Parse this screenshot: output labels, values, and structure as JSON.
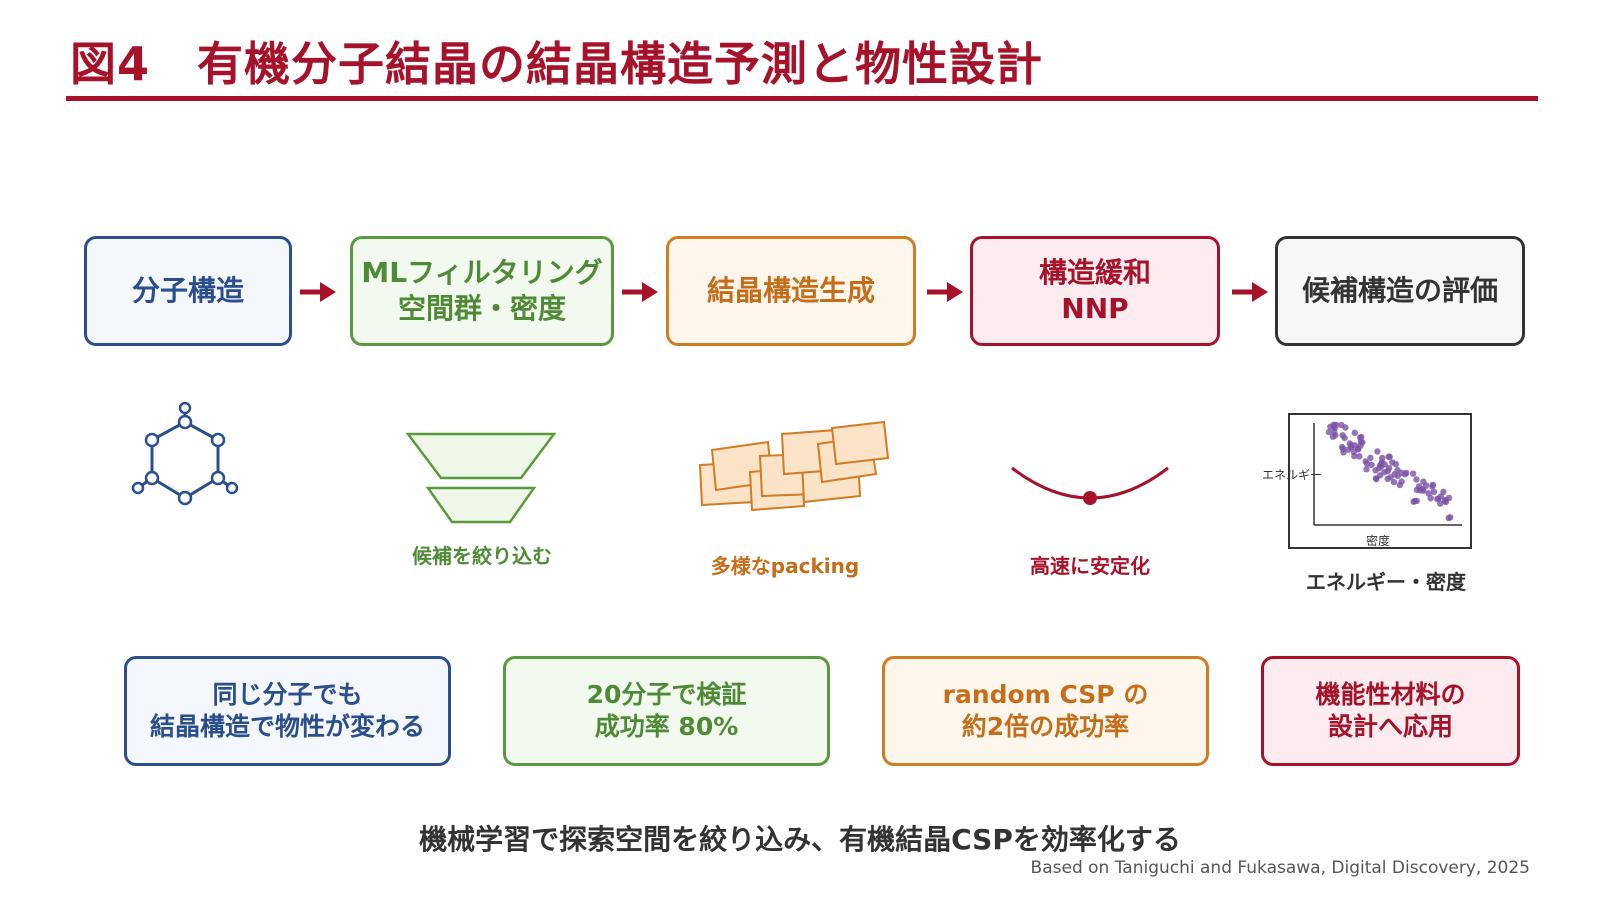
{
  "title": "図4　有機分子結晶の結晶構造予測と物性設計",
  "steps": [
    {
      "line1": "分子構造",
      "line2": ""
    },
    {
      "line1": "MLフィルタリング",
      "line2": "空間群・密度"
    },
    {
      "line1": "結晶構造生成",
      "line2": ""
    },
    {
      "line1": "構造緩和",
      "line2": "NNP"
    },
    {
      "line1": "候補構造の評価",
      "line2": ""
    }
  ],
  "captions": {
    "filter": "候補を絞り込む",
    "packing": "多様なpacking",
    "relax": "高速に安定化",
    "plot_caption": "エネルギー・密度"
  },
  "plot": {
    "ylabel": "エネルギー",
    "xlabel": "密度",
    "point_color": "#7b52a8"
  },
  "notes": [
    {
      "line1": "同じ分子でも",
      "line2": "結晶構造で物性が変わる"
    },
    {
      "line1": "20分子で検証",
      "line2": "成功率 80%"
    },
    {
      "line1": "random CSP の",
      "line2": "約2倍の成功率"
    },
    {
      "line1": "機能性材料の",
      "line2": "設計へ応用"
    }
  ],
  "conclusion": "機械学習で探索空間を絞り込み、有機結晶CSPを効率化する",
  "citation": "Based on Taniguchi and Fukasawa, Digital Discovery, 2025",
  "colors": {
    "accent": "#a5122a",
    "blue": "#2b4e8c",
    "green": "#5a9a3e",
    "orange": "#d27b22",
    "dark": "#333333"
  }
}
